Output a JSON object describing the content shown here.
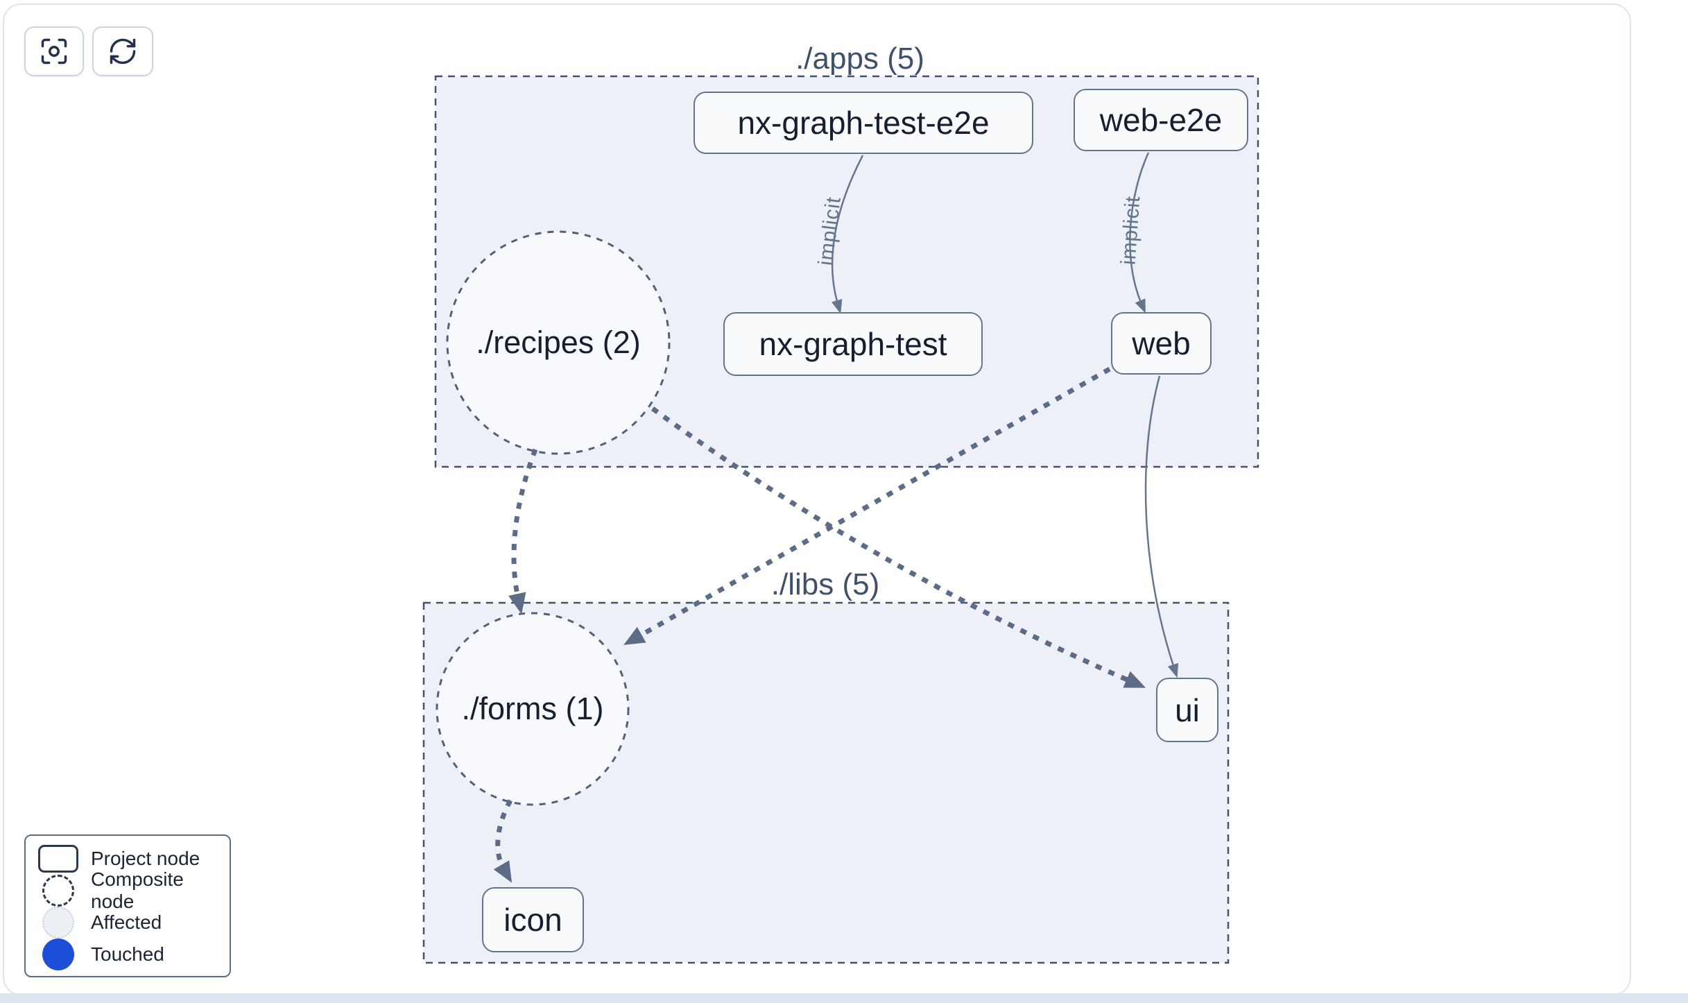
{
  "colors": {
    "edge_thick": "#5d6c86",
    "edge_thin": "#66758d",
    "group_fill": "#edf1f7",
    "group_border": "#44536b",
    "node_fill": "#f9fafc",
    "node_border": "#64748b",
    "text_dark": "#161f30",
    "group_title": "#3f5068",
    "touched_blue": "#1d4ed8",
    "affected_fill": "#eceff4"
  },
  "toolbar": {
    "buttons": [
      {
        "name": "focus",
        "icon": "focus-center-icon"
      },
      {
        "name": "refresh",
        "icon": "refresh-icon"
      }
    ]
  },
  "graph": {
    "groups": [
      {
        "id": "apps",
        "label": "./apps (5)"
      },
      {
        "id": "libs",
        "label": "./libs (5)"
      }
    ],
    "composite_nodes": [
      {
        "id": "recipes",
        "label": "./recipes (2)",
        "group": "apps"
      },
      {
        "id": "forms",
        "label": "./forms (1)",
        "group": "libs"
      }
    ],
    "project_nodes": [
      {
        "id": "nx-graph-test-e2e",
        "label": "nx-graph-test-e2e",
        "group": "apps"
      },
      {
        "id": "web-e2e",
        "label": "web-e2e",
        "group": "apps"
      },
      {
        "id": "nx-graph-test",
        "label": "nx-graph-test",
        "group": "apps"
      },
      {
        "id": "web",
        "label": "web",
        "group": "apps"
      },
      {
        "id": "ui",
        "label": "ui",
        "group": "libs"
      },
      {
        "id": "icon",
        "label": "icon",
        "group": "libs"
      }
    ],
    "edges": [
      {
        "from": "nx-graph-test-e2e",
        "to": "nx-graph-test",
        "label": "implicit",
        "style": "solid"
      },
      {
        "from": "web-e2e",
        "to": "web",
        "label": "implicit",
        "style": "solid"
      },
      {
        "from": "web",
        "to": "ui",
        "label": "",
        "style": "solid"
      },
      {
        "from": "./recipes",
        "to": "./forms",
        "label": "",
        "style": "dashed"
      },
      {
        "from": "./recipes",
        "to": "ui",
        "label": "",
        "style": "dashed"
      },
      {
        "from": "web",
        "to": "./forms",
        "label": "",
        "style": "dashed"
      },
      {
        "from": "./forms",
        "to": "icon",
        "label": "",
        "style": "dashed"
      }
    ]
  },
  "legend": {
    "items": [
      {
        "label": "Project node",
        "swatch": "project-node-swatch"
      },
      {
        "label": "Composite node",
        "swatch": "composite-node-swatch"
      },
      {
        "label": "Affected",
        "swatch": "affected-swatch"
      },
      {
        "label": "Touched",
        "swatch": "touched-swatch"
      }
    ]
  }
}
